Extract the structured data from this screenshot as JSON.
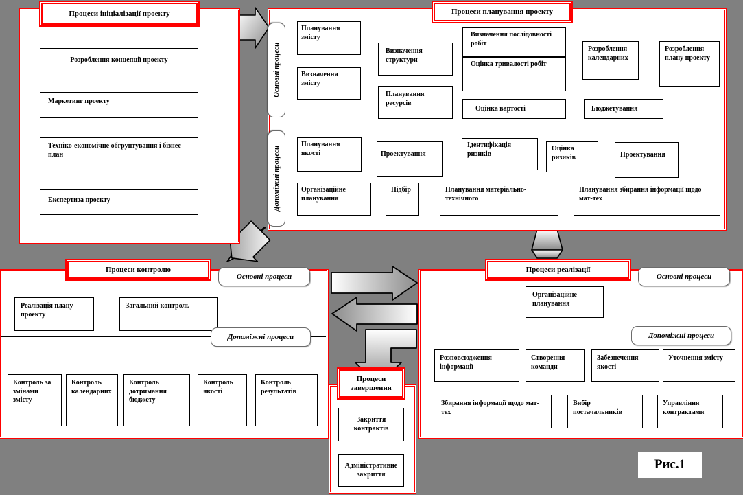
{
  "figure": {
    "label": "Рис.1",
    "background_color": "#808080",
    "accent_color": "#ff0000"
  },
  "tags": {
    "main_processes": "Основні процеси",
    "aux_processes": "Допоміжні процеси"
  },
  "initiation": {
    "title": "Процеси ініціалізації проекту",
    "boxes": [
      {
        "label": "Розроблення  концепції проекту"
      },
      {
        "label": "Маркетинг  проекту"
      },
      {
        "label": "Техніко-економічне обгрунтування  і бізнес-план"
      },
      {
        "label": "Експертиза  проекту"
      }
    ]
  },
  "planning": {
    "title": "Процеси планування проекту",
    "main_label": "Основні процеси",
    "aux_label": "Допоміжні процеси",
    "main_boxes": [
      {
        "label": "Планування змісту"
      },
      {
        "label": "Визначення змісту"
      },
      {
        "label": "Визначення структури"
      },
      {
        "label": "Планування ресурсів"
      },
      {
        "label": "Визначення послідовності робіт"
      },
      {
        "label": "Оцінка тривалості робіт"
      },
      {
        "label": "Оцінка вартості"
      },
      {
        "label": "Розроблення календарних"
      },
      {
        "label": "Бюджетування"
      },
      {
        "label": "Розроблення плану проекту"
      }
    ],
    "aux_boxes": [
      {
        "label": "Планування якості"
      },
      {
        "label": "Проектування"
      },
      {
        "label": "Ідентифікація ризиків"
      },
      {
        "label": "Оцінка ризиків"
      },
      {
        "label": "Проектування"
      },
      {
        "label": "Організаційне планування"
      },
      {
        "label": "Підбір"
      },
      {
        "label": "Планування матеріально-технічного"
      },
      {
        "label": "Планування збирання інформації щодо мат-тех"
      }
    ]
  },
  "control": {
    "title": "Процеси контролю",
    "main_label": "Основні процеси",
    "aux_label": "Допоміжні процеси",
    "main_boxes": [
      {
        "label": "Реалізація плану проекту"
      },
      {
        "label": "Загальний контроль"
      }
    ],
    "aux_boxes": [
      {
        "label": "Контроль за змінами змісту"
      },
      {
        "label": "Контроль календарних"
      },
      {
        "label": "Контроль дотримання бюджету"
      },
      {
        "label": "Контроль якості"
      },
      {
        "label": "Контроль результатів"
      }
    ]
  },
  "realization": {
    "title": "Процеси реалізації",
    "main_label": "Основні процеси",
    "aux_label": "Допоміжні процеси",
    "main_boxes": [
      {
        "label": "Організаційне планування"
      }
    ],
    "aux_boxes": [
      {
        "label": "Розповсюдження інформації"
      },
      {
        "label": "Створення команди"
      },
      {
        "label": "Забезпечення якості"
      },
      {
        "label": "Уточнення змісту"
      },
      {
        "label": "Збирання  інформації щодо мат-тех"
      },
      {
        "label": "Вибір постачальників"
      },
      {
        "label": "Управління контрактами"
      }
    ]
  },
  "completion": {
    "title": "Процеси завершення",
    "boxes": [
      {
        "label": "Закриття контрактів"
      },
      {
        "label": "Адміністративне закриття"
      }
    ]
  },
  "flow_arrows": [
    {
      "name": "initiation-to-planning",
      "direction": "right"
    },
    {
      "name": "planning-to-control",
      "direction": "down-left"
    },
    {
      "name": "planning-to-realization",
      "direction": "down"
    },
    {
      "name": "control-to-realization",
      "direction": "right"
    },
    {
      "name": "realization-to-control",
      "direction": "left"
    },
    {
      "name": "control-to-completion",
      "direction": "down"
    }
  ]
}
